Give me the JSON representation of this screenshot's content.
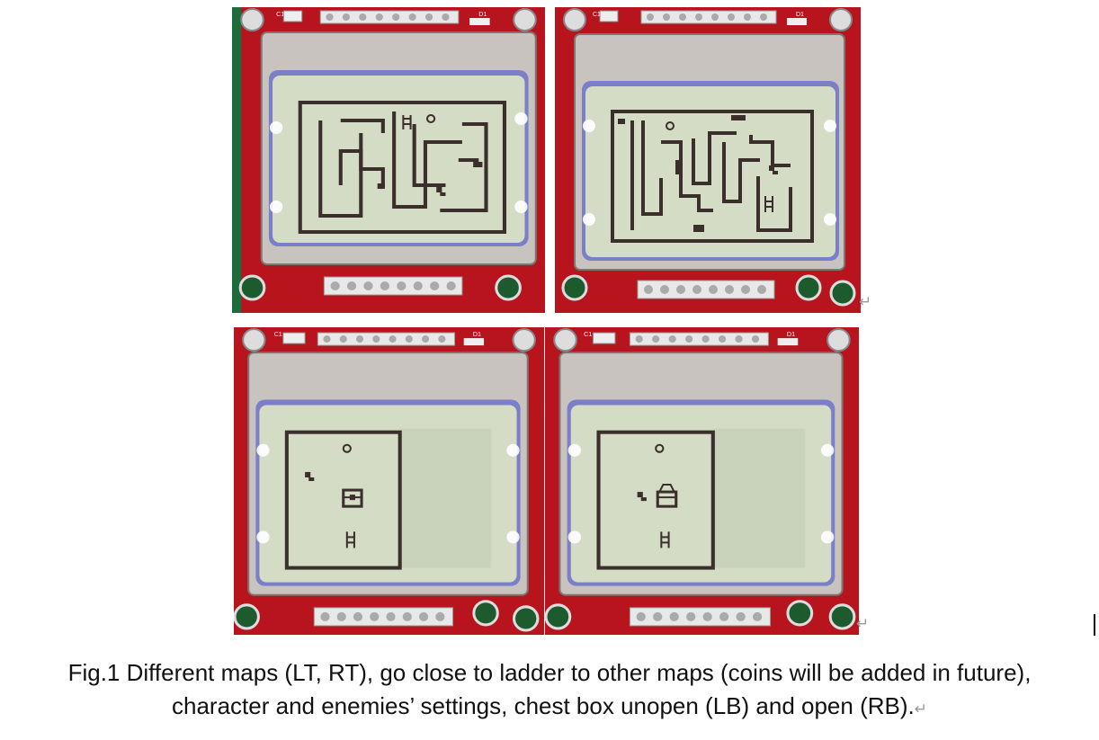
{
  "figure": {
    "panels": [
      {
        "id": "LT",
        "silkscreen_left": "C1",
        "silkscreen_right": "D1",
        "map": "maze-1"
      },
      {
        "id": "RT",
        "silkscreen_left": "C1",
        "silkscreen_right": "D1",
        "map": "maze-2"
      },
      {
        "id": "LB",
        "silkscreen_left": "C1",
        "silkscreen_right": "D1",
        "map": "room-chest-closed"
      },
      {
        "id": "RB",
        "silkscreen_left": "C1",
        "silkscreen_right": "D1",
        "map": "room-chest-open"
      }
    ],
    "colors": {
      "pcb": "#b8141e",
      "lcd": "#d4dcc6",
      "pixel": "#3a2f2a",
      "metal": "#c9c3c0"
    },
    "marks": {
      "paragraph": "↵"
    }
  },
  "caption": {
    "line1": "Fig.1 Different maps (LT, RT), go close to ladder to other maps (coins will be added in future),",
    "line2": "character and enemies’ settings, chest box unopen (LB) and open (RB)."
  }
}
